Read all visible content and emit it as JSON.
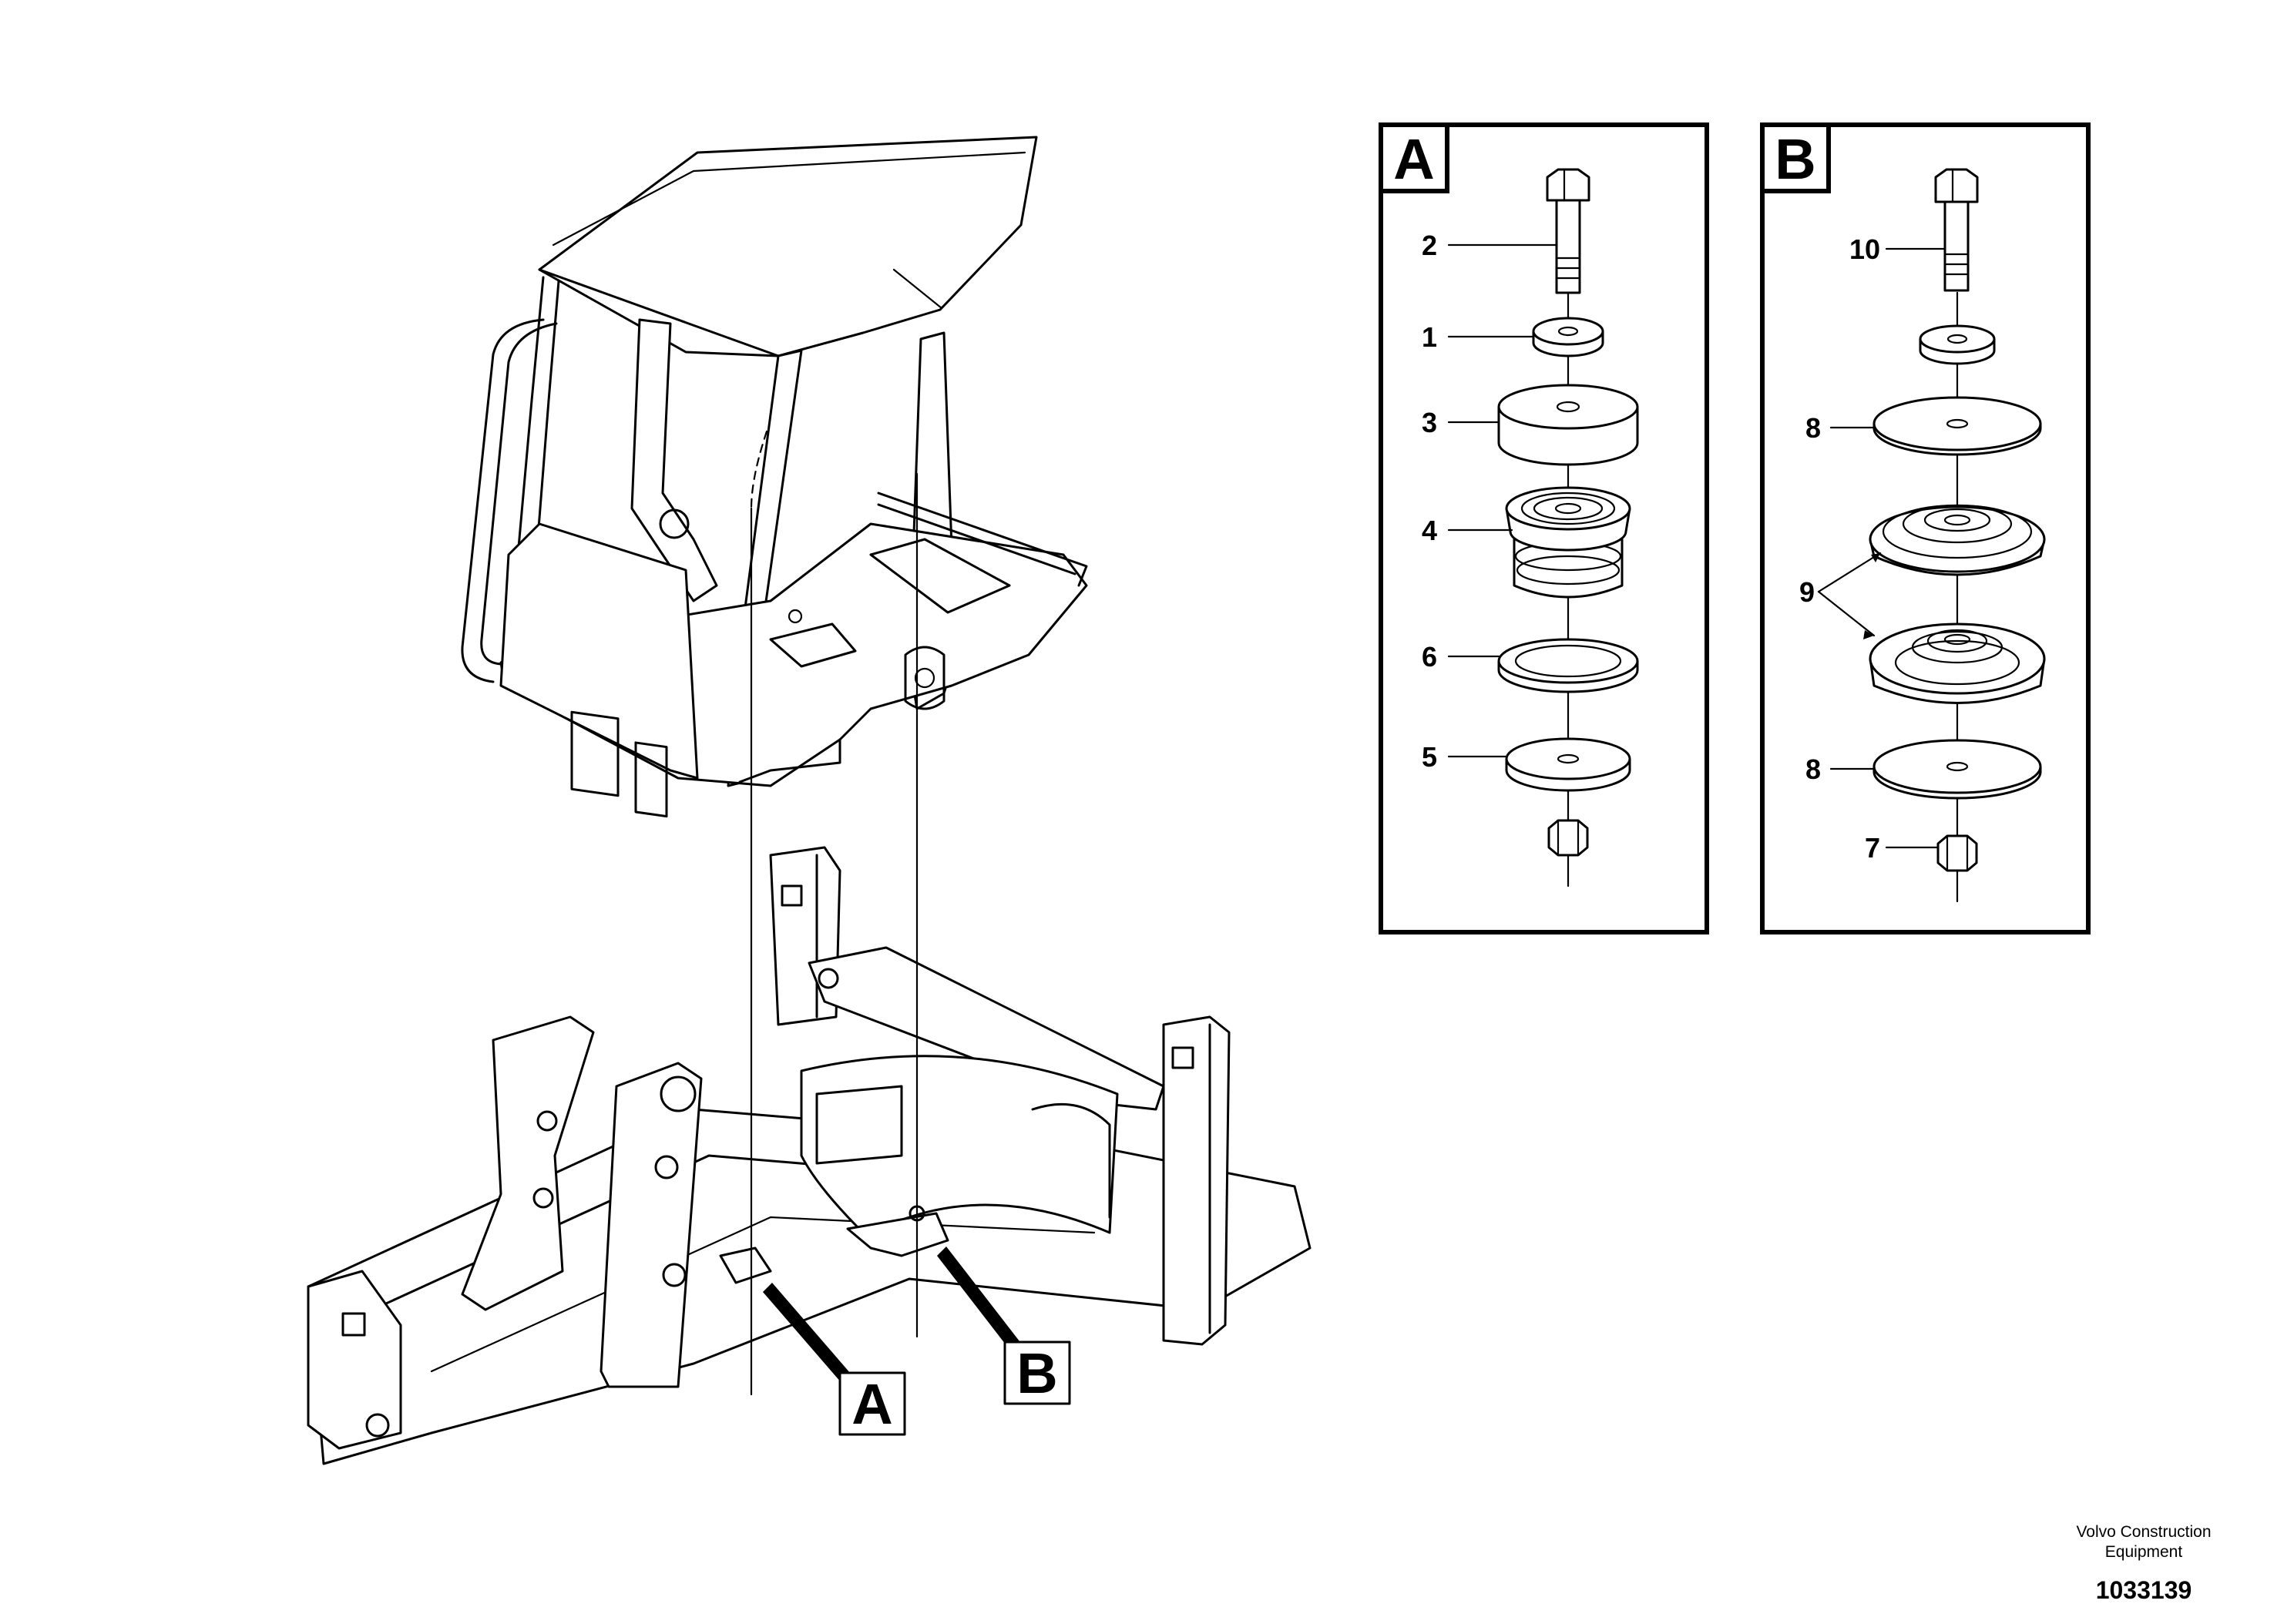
{
  "detail_boxes": [
    {
      "label": "A",
      "items": [
        {
          "number": "2",
          "part": "bolt"
        },
        {
          "number": "1",
          "part": "washer"
        },
        {
          "number": "3",
          "part": "spacer"
        },
        {
          "number": "4",
          "part": "rubber-mount"
        },
        {
          "number": "6",
          "part": "ring"
        },
        {
          "number": "5",
          "part": "washer"
        },
        {
          "part": "nut"
        }
      ]
    },
    {
      "label": "B",
      "items": [
        {
          "number": "10",
          "part": "bolt"
        },
        {
          "part": "washer"
        },
        {
          "number": "8",
          "part": "plate"
        },
        {
          "number": "9",
          "part": "rubber-mount-pair"
        },
        {
          "number": "8",
          "part": "plate"
        },
        {
          "number": "7",
          "part": "nut"
        }
      ]
    }
  ],
  "callouts": [
    {
      "label": "A"
    },
    {
      "label": "B"
    }
  ],
  "footer": {
    "company_line1": "Volvo Construction",
    "company_line2": "Equipment",
    "doc_number": "1033139"
  }
}
